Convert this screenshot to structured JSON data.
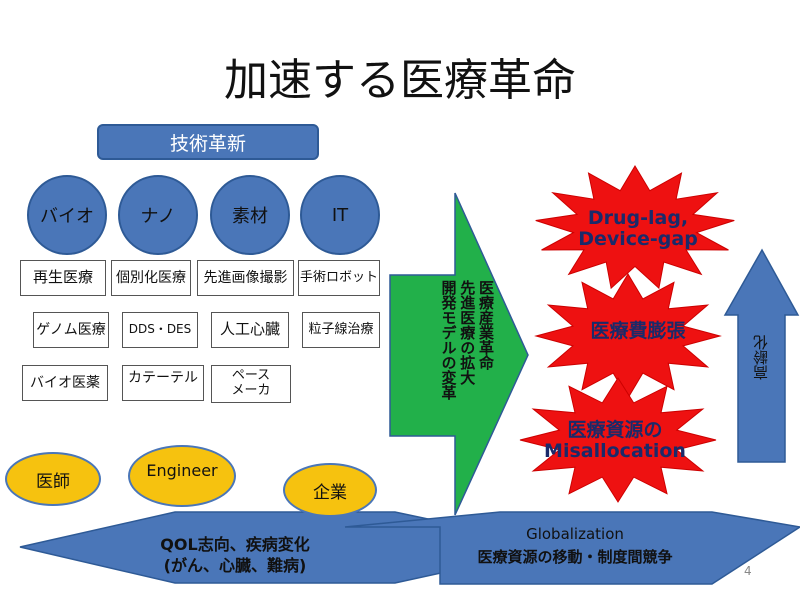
{
  "title": "加速する医療革命",
  "tech_innovation": "技術革新",
  "circles": [
    "バイオ",
    "ナノ",
    "素材",
    "IT"
  ],
  "technologies": {
    "row1": [
      "再生医療",
      "個別化医療",
      "先進画像撮影",
      "手術ロボット"
    ],
    "row2": [
      "ゲノム医療",
      "DDS・DES",
      "人工心臓",
      "粒子線治療"
    ],
    "row3": [
      "バイオ医薬",
      "カテーテル",
      "ペース\nメーカ"
    ]
  },
  "actors": [
    "医師",
    "Engineer",
    "企業"
  ],
  "green_arrow_text": "医療産業革命\n先進医療の拡大\n開発モデルの変革",
  "stars": [
    "Drug-lag,\nDevice-gap",
    "医療費膨張",
    "医療資源の\nMisallocation"
  ],
  "right_arrow_text": "高齢化",
  "bottom_left": "QOL志向、疾病変化\n(がん、心臓、難病)",
  "bottom_right": {
    "line1": "Globalization",
    "line2": "医療資源の移動・制度間競争"
  },
  "page_number": "4",
  "colors": {
    "blue": "#4a76b8",
    "green": "#22b04a",
    "red": "#ee1111",
    "yellow": "#f6c20f"
  }
}
